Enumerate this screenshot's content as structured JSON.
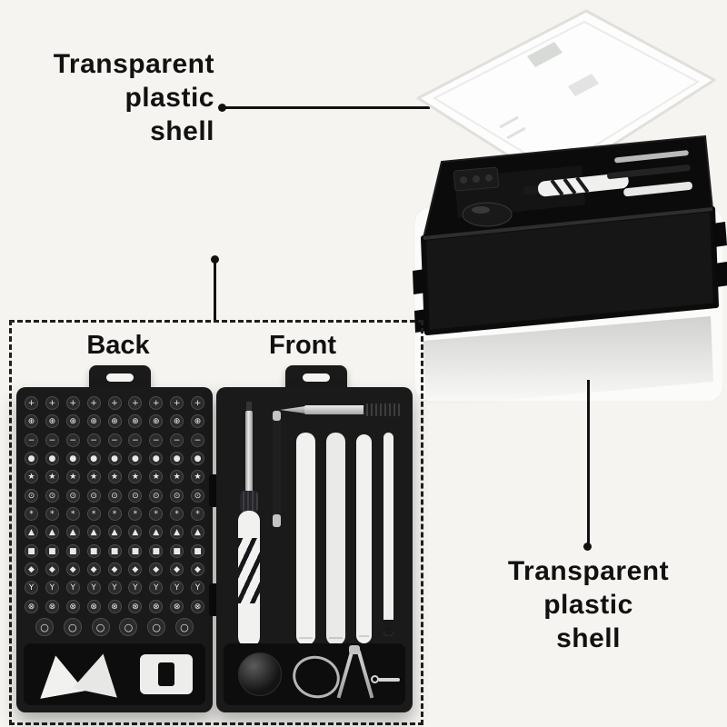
{
  "colors": {
    "bg": "#f5f4f1",
    "ink": "#111111",
    "case_black": "#1a1a1a",
    "compartment": "#0d0d0d",
    "tool_white": "#f1f1ef",
    "silver": "#c4c4c4"
  },
  "annotations": {
    "top_shell_label": {
      "lines": [
        "Transparent",
        "plastic",
        "shell"
      ]
    },
    "bottom_shell_label": {
      "lines": [
        "Transparent",
        "plastic",
        "shell"
      ]
    },
    "back_label": "Back",
    "front_label": "Front"
  },
  "case": {
    "back_panel": {
      "bit_rows": [
        {
          "glyph": "+",
          "count": 9,
          "large": false
        },
        {
          "glyph": "⊕",
          "count": 9,
          "large": false
        },
        {
          "glyph": "−",
          "count": 9,
          "large": false
        },
        {
          "glyph": "●",
          "count": 9,
          "large": false
        },
        {
          "glyph": "★",
          "count": 9,
          "large": false
        },
        {
          "glyph": "⊙",
          "count": 9,
          "large": false
        },
        {
          "glyph": "*",
          "count": 9,
          "large": false
        },
        {
          "glyph": "▲",
          "count": 9,
          "large": false
        },
        {
          "glyph": "■",
          "count": 9,
          "large": false
        },
        {
          "glyph": "◆",
          "count": 9,
          "large": false
        },
        {
          "glyph": "Y",
          "count": 9,
          "large": false
        },
        {
          "glyph": "⊗",
          "count": 9,
          "large": false
        },
        {
          "glyph": "○",
          "count": 6,
          "large": true
        }
      ],
      "accessories": [
        "triangle-pick",
        "triangle-pick",
        "bit-holder-clip"
      ]
    },
    "front_panel": {
      "tools": [
        "precision-knife",
        "screwdriver",
        "extension-rod",
        "spudger",
        "spudger",
        "spudger",
        "spudger",
        "suction-cup",
        "metal-ring",
        "tweezers",
        "eject-pin"
      ]
    }
  }
}
